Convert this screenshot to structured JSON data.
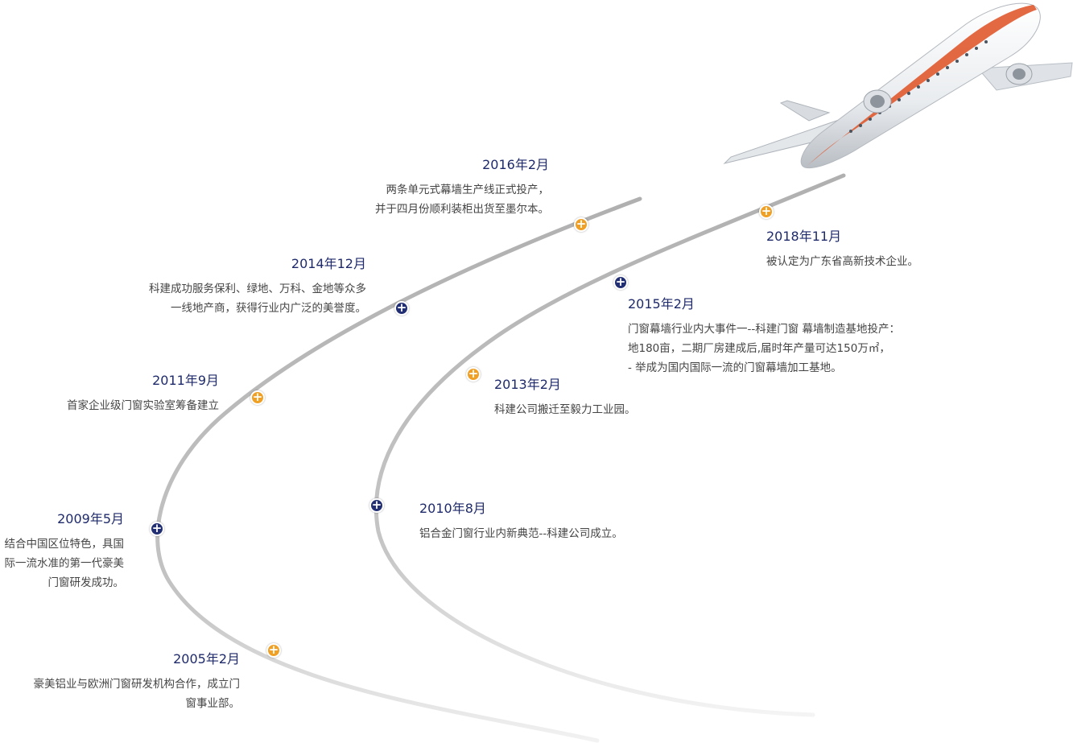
{
  "events": [
    {
      "date": "2005年2月",
      "desc": [
        "豪美铝业与欧洲门窗研发机构合作，成立门",
        "窗事业部。"
      ],
      "marker": "orange"
    },
    {
      "date": "2009年5月",
      "desc": [
        "结合中国区位特色，具国",
        "际一流水准的第一代豪美",
        "门窗研发成功。"
      ],
      "marker": "navy"
    },
    {
      "date": "2010年8月",
      "desc": [
        "铝合金门窗行业内新典范--科建公司成立。"
      ],
      "marker": "navy"
    },
    {
      "date": "2011年9月",
      "desc": [
        "首家企业级门窗实验室筹备建立"
      ],
      "marker": "orange"
    },
    {
      "date": "2013年2月",
      "desc": [
        "科建公司搬迁至毅力工业园。"
      ],
      "marker": "orange"
    },
    {
      "date": "2014年12月",
      "desc": [
        "科建成功服务保利、绿地、万科、金地等众多",
        "一线地产商，获得行业内广泛的美誉度。"
      ],
      "marker": "navy"
    },
    {
      "date": "2015年2月",
      "desc": [
        "门窗幕墙行业内大事件一--科建门窗 幕墙制造基地投产：",
        "地180亩，二期厂房建成后,届时年产量可达150万㎡，",
        "- 举成为国内国际一流的门窗幕墙加工基地。"
      ],
      "marker": "navy"
    },
    {
      "date": "2016年2月",
      "desc": [
        "两条单元式幕墙生产线正式投产，",
        "并于四月份顺利装柜出货至墨尔本。"
      ],
      "marker": "orange"
    },
    {
      "date": "2018年11月",
      "desc": [
        "被认定为广东省高新技术企业。"
      ],
      "marker": "orange"
    }
  ],
  "marker_symbol": "+",
  "decorations": {
    "airplane": "airplane-illustration"
  },
  "colors": {
    "date_text": "#1f2a6b",
    "desc_text": "#444444",
    "marker_orange": "#f0a025",
    "marker_navy": "#222f72",
    "track": "#b8b8b8"
  }
}
